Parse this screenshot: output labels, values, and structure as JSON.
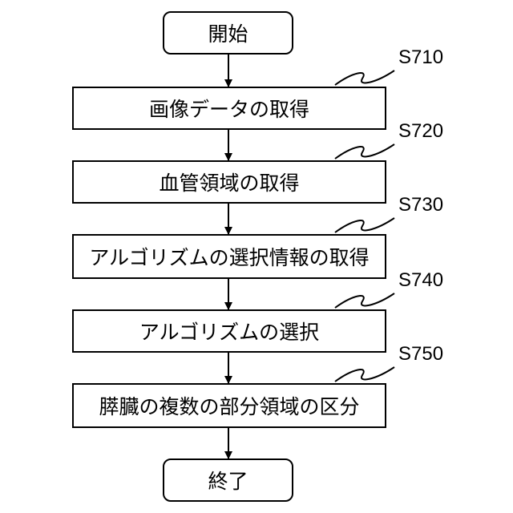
{
  "flowchart": {
    "start": "開始",
    "end": "終了",
    "steps": [
      {
        "id": "S710",
        "text": "画像データの取得"
      },
      {
        "id": "S720",
        "text": "血管領域の取得"
      },
      {
        "id": "S730",
        "text": "アルゴリズムの選択情報の取得"
      },
      {
        "id": "S740",
        "text": "アルゴリズムの選択"
      },
      {
        "id": "S750",
        "text": "膵臓の複数の部分領域の区分"
      }
    ]
  }
}
